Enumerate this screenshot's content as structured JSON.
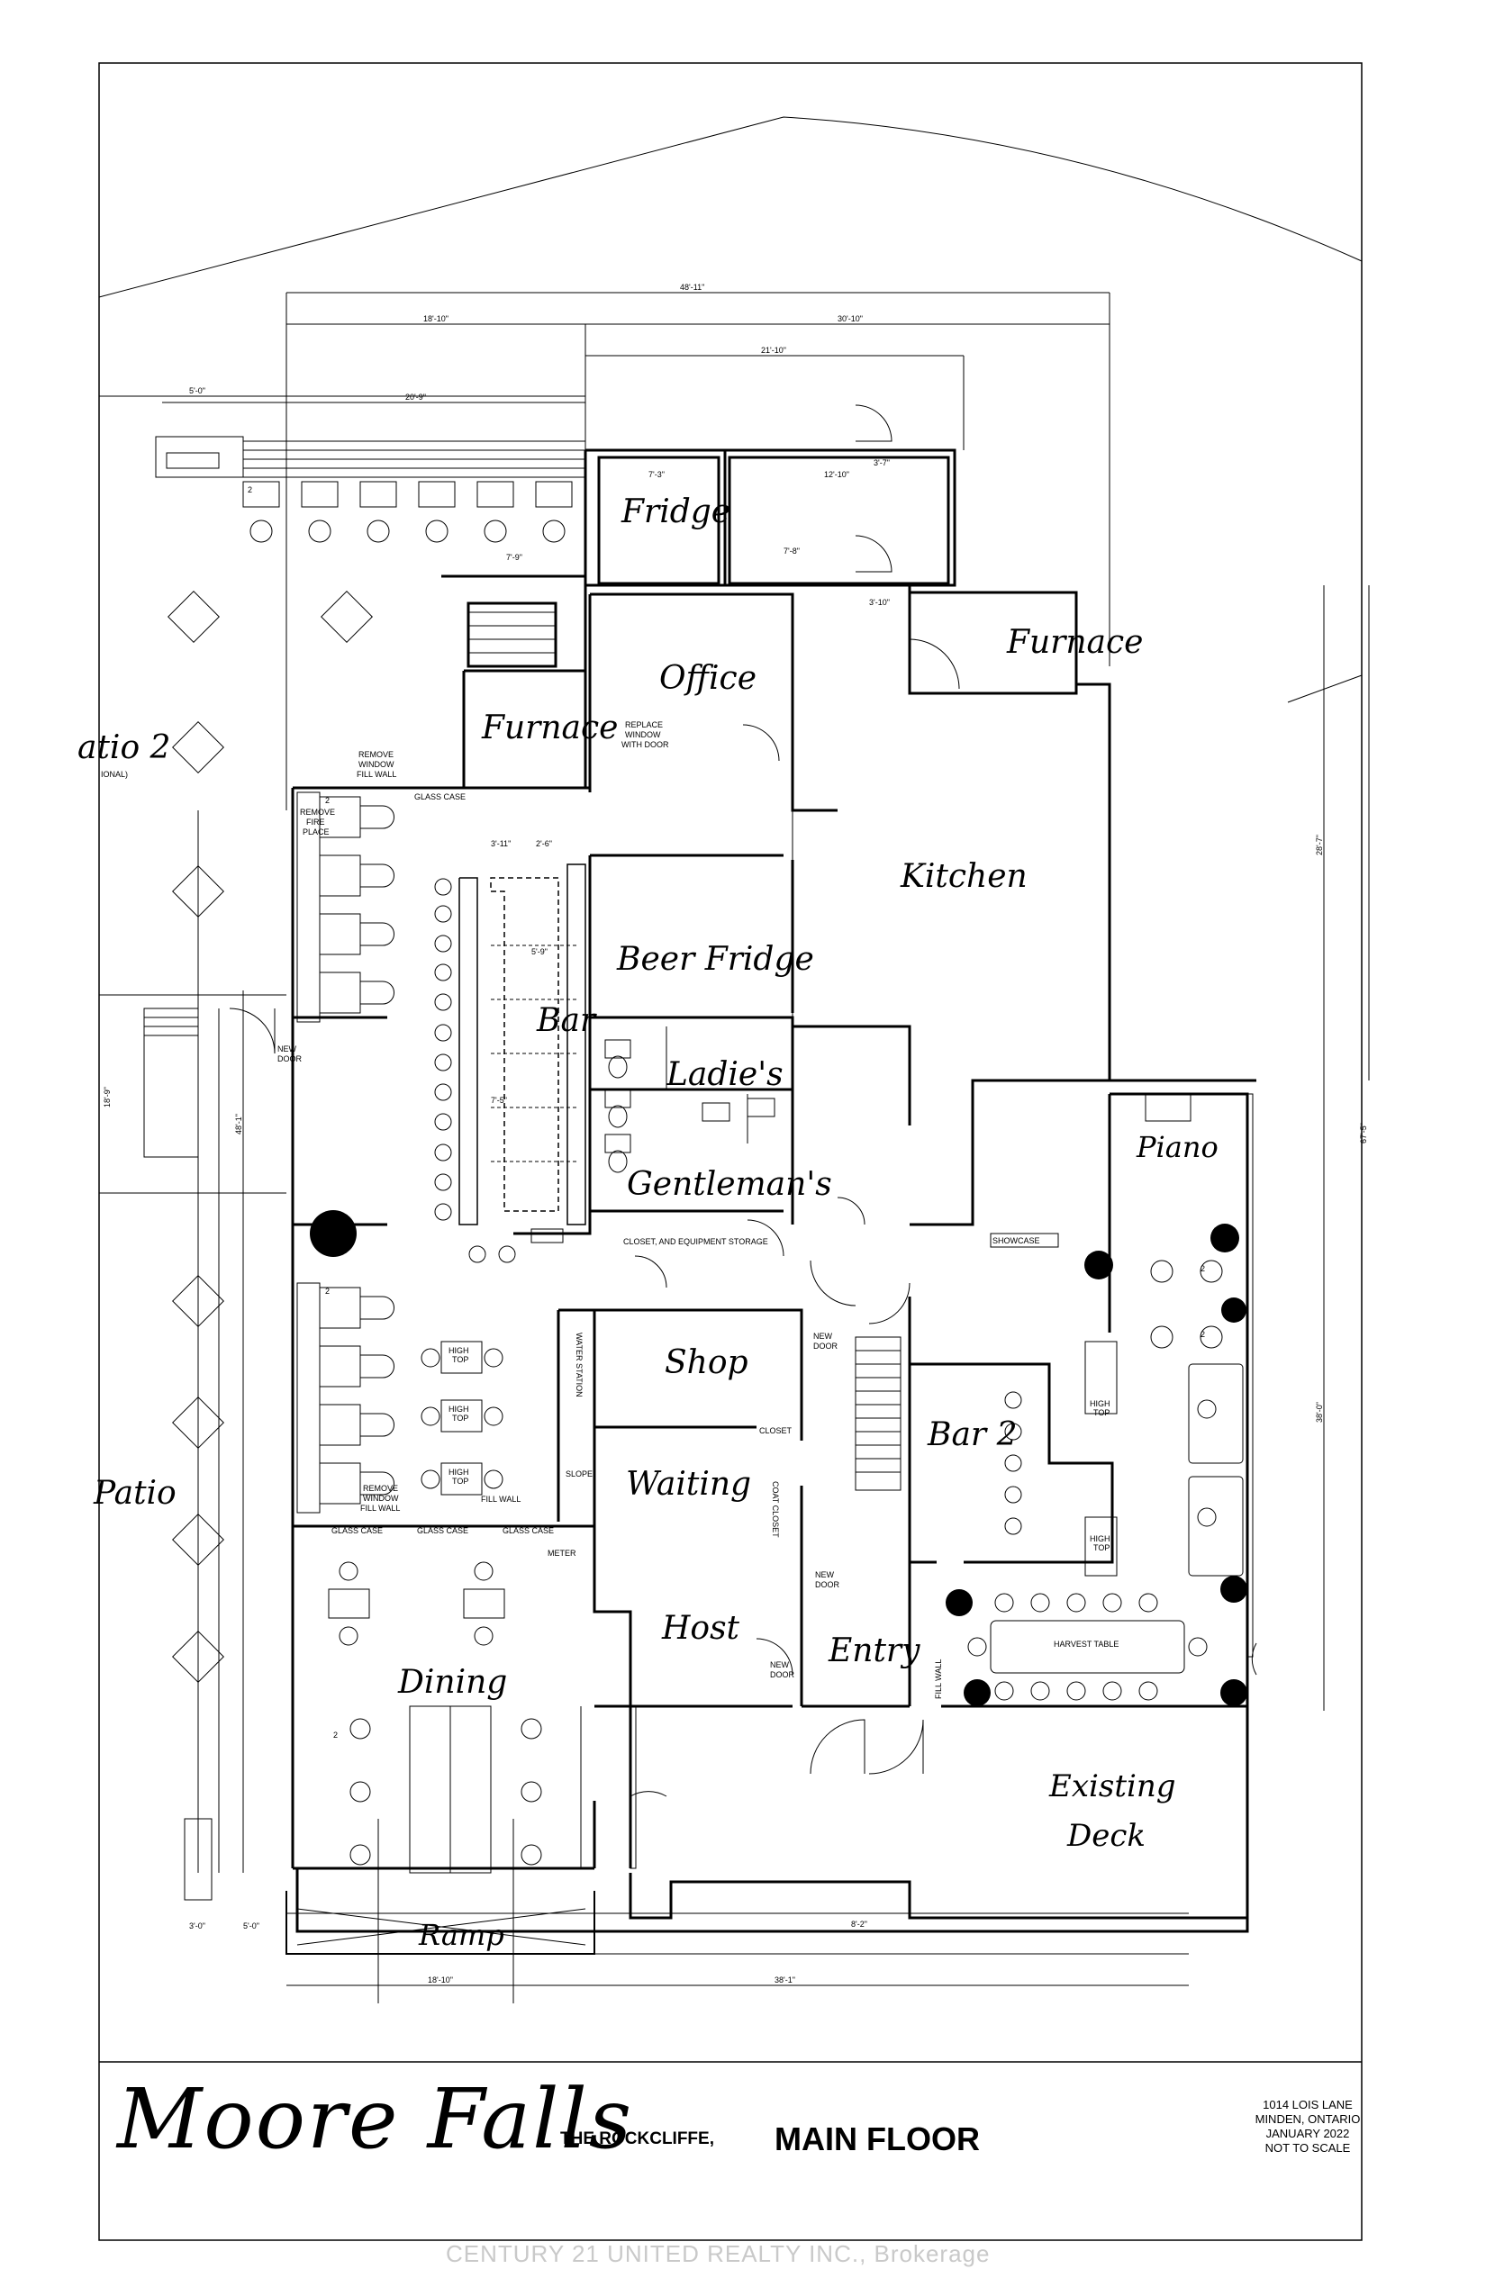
{
  "rooms": {
    "fridge": "Fridge",
    "office": "Office",
    "furnace_top": "Furnace",
    "furnace_left": "Furnace",
    "kitchen": "Kitchen",
    "beer_fridge": "Beer Fridge",
    "bar": "Bar",
    "ladies": "Ladie's",
    "gentlemans": "Gentleman's",
    "piano": "Piano",
    "shop": "Shop",
    "waiting": "Waiting",
    "bar2": "Bar 2",
    "host": "Host",
    "entry": "Entry",
    "dining": "Dining",
    "existing_deck_1": "Existing",
    "existing_deck_2": "Deck",
    "ramp": "Ramp",
    "patio": "Patio",
    "patio2": "atio 2"
  },
  "notes": {
    "remove_window_fill_wall_top_1": "REMOVE",
    "remove_window_fill_wall_top_2": "WINDOW",
    "remove_window_fill_wall_top_3": "FILL WALL",
    "replace_window_1": "REPLACE",
    "replace_window_2": "WINDOW",
    "replace_window_3": "WITH DOOR",
    "glass_case": "GLASS CASE",
    "remove_fire_place_1": "REMOVE",
    "remove_fire_place_2": "FIRE",
    "remove_fire_place_3": "PLACE",
    "new_door": "NEW",
    "new_door_2": "DOOR",
    "closet_storage": "CLOSET,  AND EQUIPMENT STORAGE",
    "showcase": "SHOWCASE",
    "high_top_1": "HIGH",
    "high_top_2": "TOP",
    "water_station": "WATER STATION",
    "closet": "CLOSET",
    "coat_closet": "COAT CLOSET",
    "slope": "SLOPE",
    "meter": "METER",
    "fill_wall": "FILL WALL",
    "remove_window_fill_wall_1": "REMOVE",
    "remove_window_fill_wall_2": "WINDOW",
    "remove_window_fill_wall_3": "FILL WALL",
    "harvest_table": "HARVEST TABLE",
    "fill_wall_v": "FILL WALL",
    "optional": "IONAL)"
  },
  "dimensions": {
    "d_total_top": "48'-11\"",
    "d_left_top": "18'-10\"",
    "d_right_top": "30'-10\"",
    "d_kitchen_w": "21'-10\"",
    "d_patio_w": "5'-0\"",
    "d_patio2_w": "20'-9\"",
    "d_fridge1": "7'-3\"",
    "d_fridge2": "12'-10\"",
    "d_fridge3": "7'-8\"",
    "d_door": "3'-7\"",
    "d_door2": "3'-10\"",
    "d_stair": "7'-9\"",
    "d_bottom_left": "18'-10\"",
    "d_bottom_total": "38'-1\"",
    "d_entry": "8'-2\"",
    "d_bar1": "3'-11\"",
    "d_bar2": "2'-6\"",
    "d_bar3": "5'-9\"",
    "d_bar4": "7'-5\"",
    "d_vert_right": "28'-7\"",
    "d_vert_right2": "67'-5\"",
    "d_vert_right3": "38'-0\"",
    "d_vert_left": "48'-1\"",
    "d_vert_left2": "18'-9\"",
    "d_ramp1": "3'-0\"",
    "d_ramp2": "5'-0\""
  },
  "seat_numbers": [
    "2",
    "2",
    "2",
    "2",
    "2",
    "2"
  ],
  "title": {
    "script": "Moore Falls",
    "sub": "THE ROCKCLIFFE,",
    "main": "MAIN FLOOR"
  },
  "address": {
    "line1": "1014 LOIS LANE",
    "line2": "MINDEN, ONTARIO",
    "line3": "JANUARY 2022",
    "line4": "NOT TO SCALE"
  },
  "watermark": "CENTURY 21 UNITED REALTY INC., Brokerage"
}
